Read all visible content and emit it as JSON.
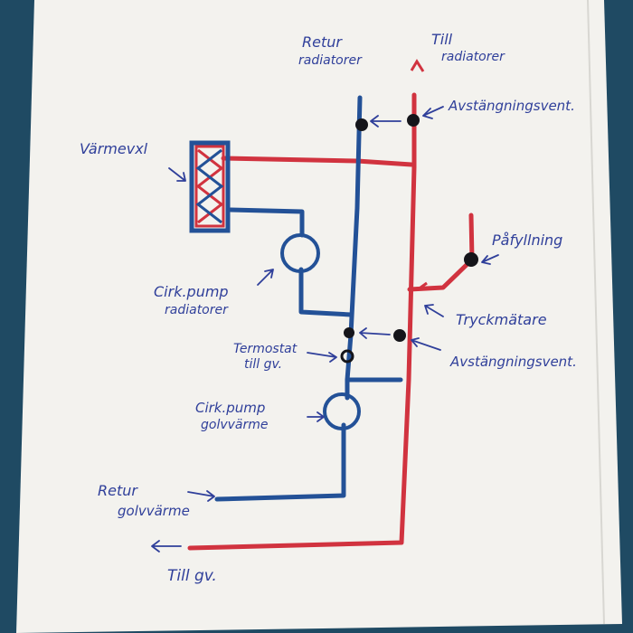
{
  "labels": {
    "retur_radiatorer_1": "Retur",
    "retur_radiatorer_2": "radiatorer",
    "till_radiatorer_1": "Till",
    "till_radiatorer_2": "radiatorer",
    "avstangning_top": "Avstängningsvent.",
    "varmevxl": "Värmevxl",
    "pafyllning": "Påfyllning",
    "cirkpump_rad_1": "Cirk.pump",
    "cirkpump_rad_2": "radiatorer",
    "tryckmatare": "Tryckmätare",
    "termostat_1": "Termostat",
    "termostat_2": "till gv.",
    "avstangning_bottom": "Avstängningsvent.",
    "cirkpump_gv_1": "Cirk.pump",
    "cirkpump_gv_2": "golvvärme",
    "retur_golvvarme_1": "Retur",
    "retur_golvvarme_2": "golvvärme",
    "till_gv": "Till gv."
  },
  "colors": {
    "supply_pipe": "#d1333f",
    "return_pipe": "#235197",
    "ink": "#2f3f9a",
    "node": "#15151a",
    "paper": "#f3f2ee",
    "background": "#1f4a63"
  }
}
